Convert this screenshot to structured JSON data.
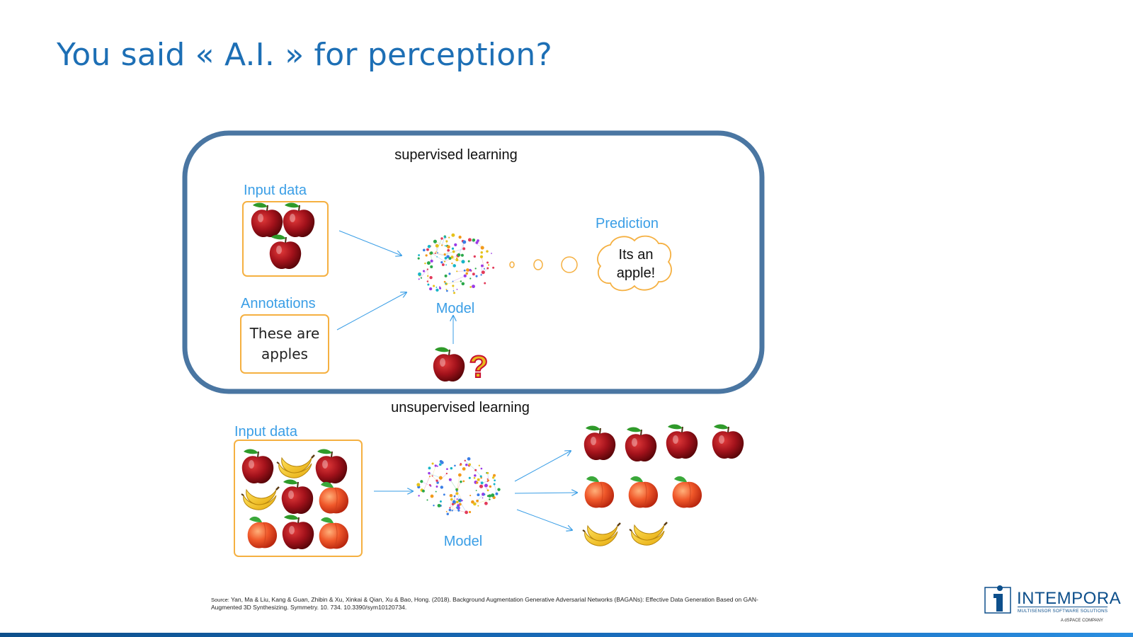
{
  "slide": {
    "title": "You said « A.I. » for perception?"
  },
  "supervised": {
    "heading": "supervised learning",
    "input_label": "Input data",
    "annotations_label": "Annotations",
    "annotation_text_line1": "These are",
    "annotation_text_line2": "apples",
    "model_label": "Model",
    "prediction_label": "Prediction",
    "prediction_line1": "Its an",
    "prediction_line2": "apple!",
    "query_mark": "?"
  },
  "unsupervised": {
    "heading": "unsupervised learning",
    "input_label": "Input data",
    "model_label": "Model"
  },
  "source": {
    "prefix": "Source:",
    "text": "Yan, Ma & Liu, Kang & Guan, Zhibin & Xu, Xinkai & Qian, Xu & Bao, Hong. (2018). Background Augmentation Generative Adversarial Networks (BAGANs): Effective Data Generation Based on GAN-Augmented 3D Synthesizing. Symmetry. 10. 734. 10.3390/sym10120734."
  },
  "logo": {
    "name": "INTEMPORA",
    "tagline": "MULTISENSOR SOFTWARE SOLUTIONS",
    "company": "A dSPACE COMPANY"
  },
  "colors": {
    "title": "#1d6fb5",
    "frame": "#4a76a2",
    "label_blue": "#3a9ee6",
    "box_orange": "#f5b041",
    "apple_red": "#a3121b",
    "banana_yellow": "#f4c91c",
    "peach_orange": "#f0582a"
  }
}
